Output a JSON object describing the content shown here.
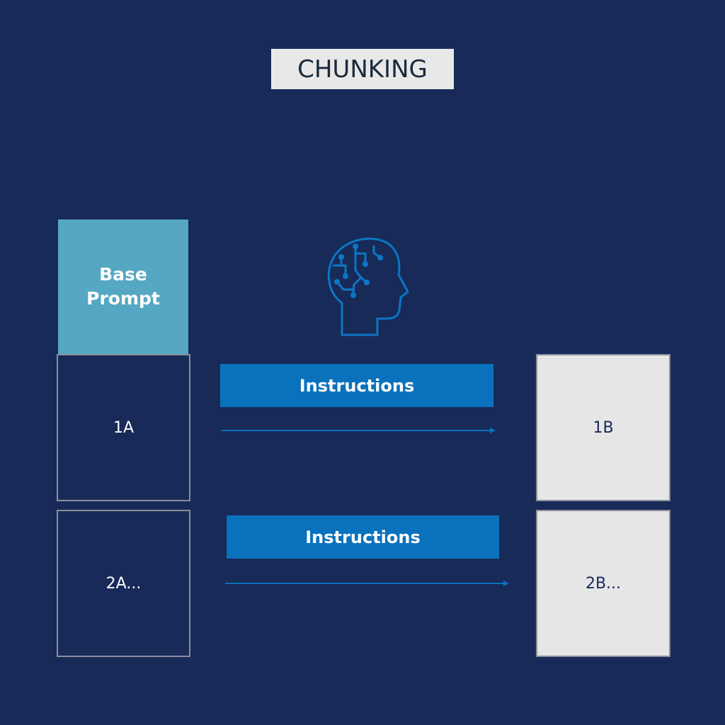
{
  "title": "CHUNKING",
  "base_prompt": "Base Prompt",
  "rows": [
    {
      "input": "1A",
      "instruction": "Instructions",
      "output": "1B"
    },
    {
      "input": "2A...",
      "instruction": "Instructions",
      "output": "2B..."
    }
  ],
  "colors": {
    "background": "#182a58",
    "accent": "#0a72bd",
    "base": "#55a7c3"
  }
}
